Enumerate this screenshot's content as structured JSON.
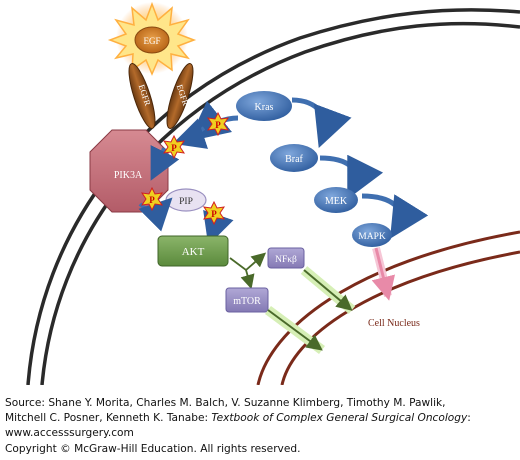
{
  "diagram": {
    "nodes": {
      "egf": "EGF",
      "egfr_left": "EGFR",
      "egfr_right": "EGFR",
      "kras": "Kras",
      "braf": "Braf",
      "mek": "MEK",
      "mapk": "MAPK",
      "pik3a": "PIK3A",
      "pip": "PIP",
      "akt": "AKT",
      "nfkb": "NFκβ",
      "mtor": "mTOR",
      "cell_nucleus": "Cell Nucleus"
    },
    "phospho_label": "P"
  },
  "caption": {
    "line1_prefix": "Source: Shane Y. Morita, Charles M. Balch, V. Suzanne Klimberg, Timothy M. Pawlik,",
    "line2_prefix": "Mitchell C. Posner, Kenneth K. Tanabe: ",
    "line2_title": "Textbook of Complex General Surgical Oncology",
    "line2_suffix": ":",
    "line3": "www.accesssurgery.com",
    "line4": "Copyright © McGraw-Hill Education. All rights reserved."
  },
  "colors": {
    "membrane": "#2a2a2a",
    "nucleus": "#7a2a1a",
    "blue_node": "#3f6fb0",
    "pik3a": "#c9707a",
    "akt": "#6f9a4e",
    "mtor": "#9c92c4",
    "p_star": "#f0d020",
    "p_text": "#cc0000",
    "green_arrow": "#b8e08a"
  }
}
